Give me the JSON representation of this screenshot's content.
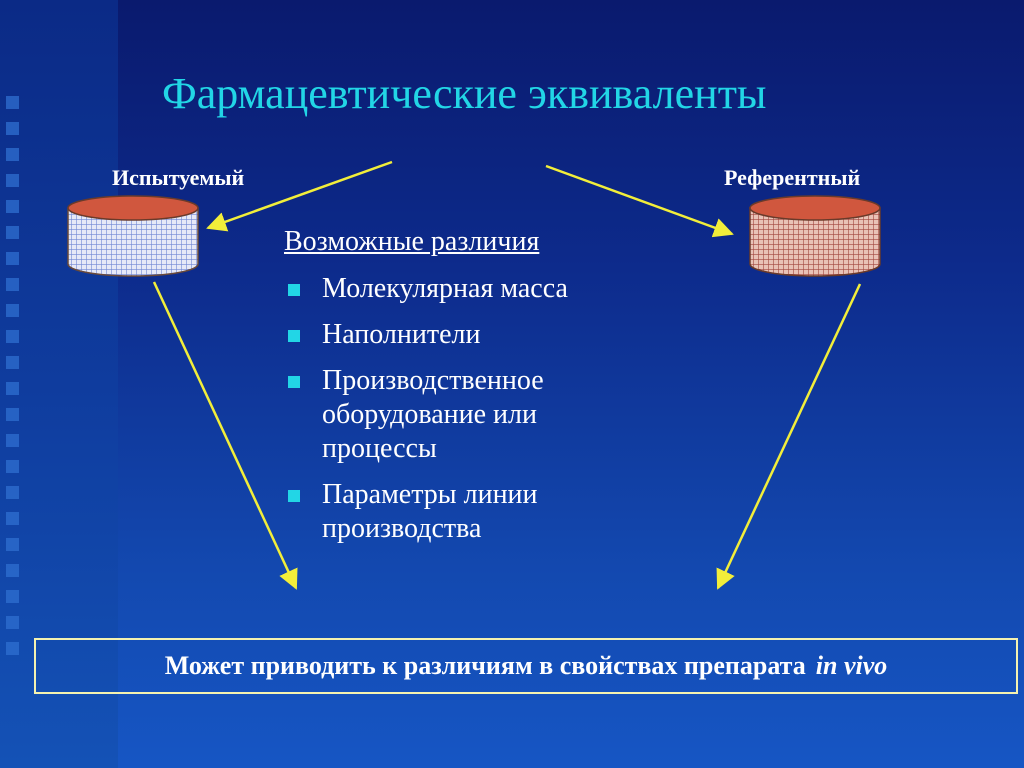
{
  "slide": {
    "title": "Фармацевтические эквиваленты",
    "left_label": "Испытуемый",
    "right_label": "Референтный",
    "subtitle": "Возможные различия",
    "items": [
      "Молекулярная масса",
      "Наполнители",
      "Производственное оборудование или процессы",
      "Параметры линии производства"
    ],
    "bottom_text": "Может приводить к различиям в свойствах препарата",
    "bottom_italic": "in vivo"
  },
  "colors": {
    "title": "#22d6e6",
    "arrow": "#f2ee3a",
    "bullet": "#22d6e6",
    "drum_top": "#d0573e",
    "drum_left_grid": "#7b8fd6",
    "drum_right_grid": "#b0524a",
    "box_border": "#f4f2b0"
  },
  "icons": {
    "left_drum": "cylinder-icon",
    "right_drum": "cylinder-icon",
    "bullets": "square-bullet-icon"
  }
}
